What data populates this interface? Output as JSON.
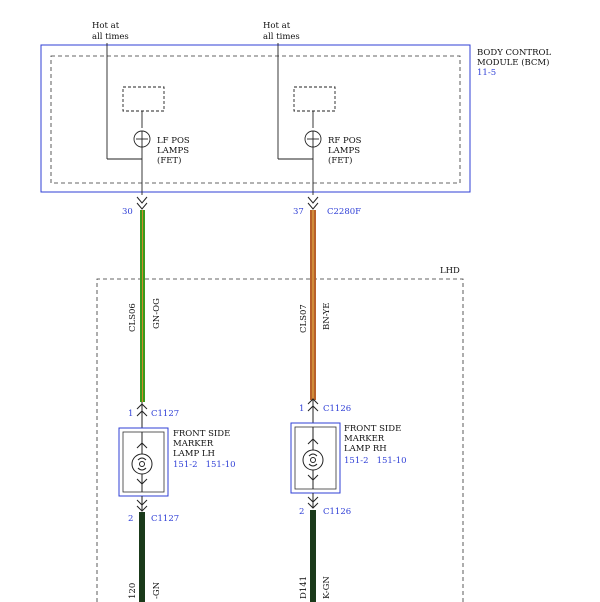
{
  "module": {
    "title_lines": [
      "BODY CONTROL",
      "MODULE (BCM)"
    ],
    "ref": "11-5"
  },
  "feeds": [
    {
      "lines": [
        "Hot at",
        "all times"
      ]
    },
    {
      "lines": [
        "Hot at",
        "all times"
      ]
    }
  ],
  "fets": [
    {
      "lines": [
        "LF POS",
        "LAMPS",
        "(FET)"
      ]
    },
    {
      "lines": [
        "RF POS",
        "LAMPS",
        "(FET)"
      ]
    }
  ],
  "pins": {
    "left_top": "30",
    "right_top": "37",
    "right_top_connector": "C2280F",
    "left_lamp_in": "1",
    "left_lamp_in_connector": "C1127",
    "right_lamp_in": "1",
    "right_lamp_in_connector": "C1126",
    "left_lamp_out": "2",
    "left_lamp_out_connector": "C1127",
    "right_lamp_out": "2",
    "right_lamp_out_connector": "C1126"
  },
  "region_label": "LHD",
  "wires": [
    {
      "circuit": "CLS06",
      "color": "GN-OG",
      "stroke": "#3a9a1c",
      "stripe": "#d08a2a"
    },
    {
      "circuit": "CLS07",
      "color": "BN-YE",
      "stroke": "#b8612a",
      "stripe": "#e7b84a"
    }
  ],
  "lamps": [
    {
      "lines": [
        "FRONT SIDE",
        "MARKER",
        "LAMP LH"
      ],
      "refs": "151-2   151-10"
    },
    {
      "lines": [
        "FRONT SIDE",
        "MARKER",
        "LAMP RH"
      ],
      "refs": "151-2   151-10"
    }
  ],
  "ground_wires": [
    {
      "circuit": "120",
      "color": "-GN"
    },
    {
      "circuit": "D141",
      "color": "K-GN"
    }
  ],
  "colors": {
    "blue": "#2f3fd6",
    "ground_wire": "#1a3a1a"
  }
}
